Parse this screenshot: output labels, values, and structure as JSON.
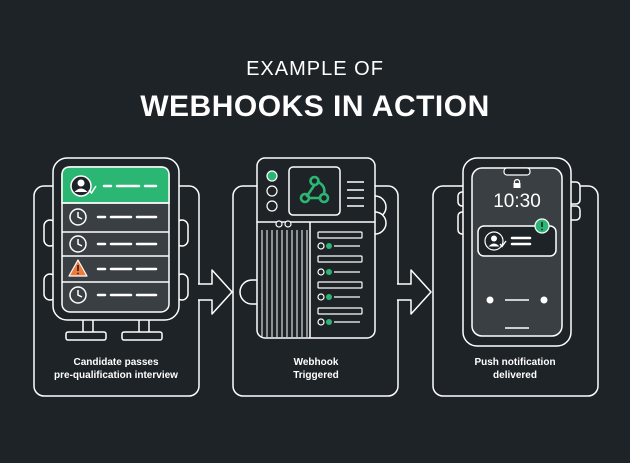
{
  "header": {
    "eyebrow": "EXAMPLE OF",
    "title": "WEBHOOKS IN ACTION"
  },
  "steps": [
    {
      "id": "candidate",
      "caption_line1": "Candidate passes",
      "caption_line2": "pre-qualification interview",
      "icon": "kiosk-screen-with-candidate-list"
    },
    {
      "id": "webhook",
      "caption_line1": "Webhook",
      "caption_line2": "Triggered",
      "icon": "webhook-server-rack"
    },
    {
      "id": "push",
      "caption_line1": "Push notification",
      "caption_line2": "delivered",
      "icon": "smartphone-lockscreen"
    }
  ],
  "phone": {
    "time": "10:30"
  },
  "colors": {
    "background": "#1e2328",
    "stroke": "#ffffff",
    "accent": "#2bb673",
    "warning": "#f07a3a",
    "panel": "#3a3f44"
  }
}
